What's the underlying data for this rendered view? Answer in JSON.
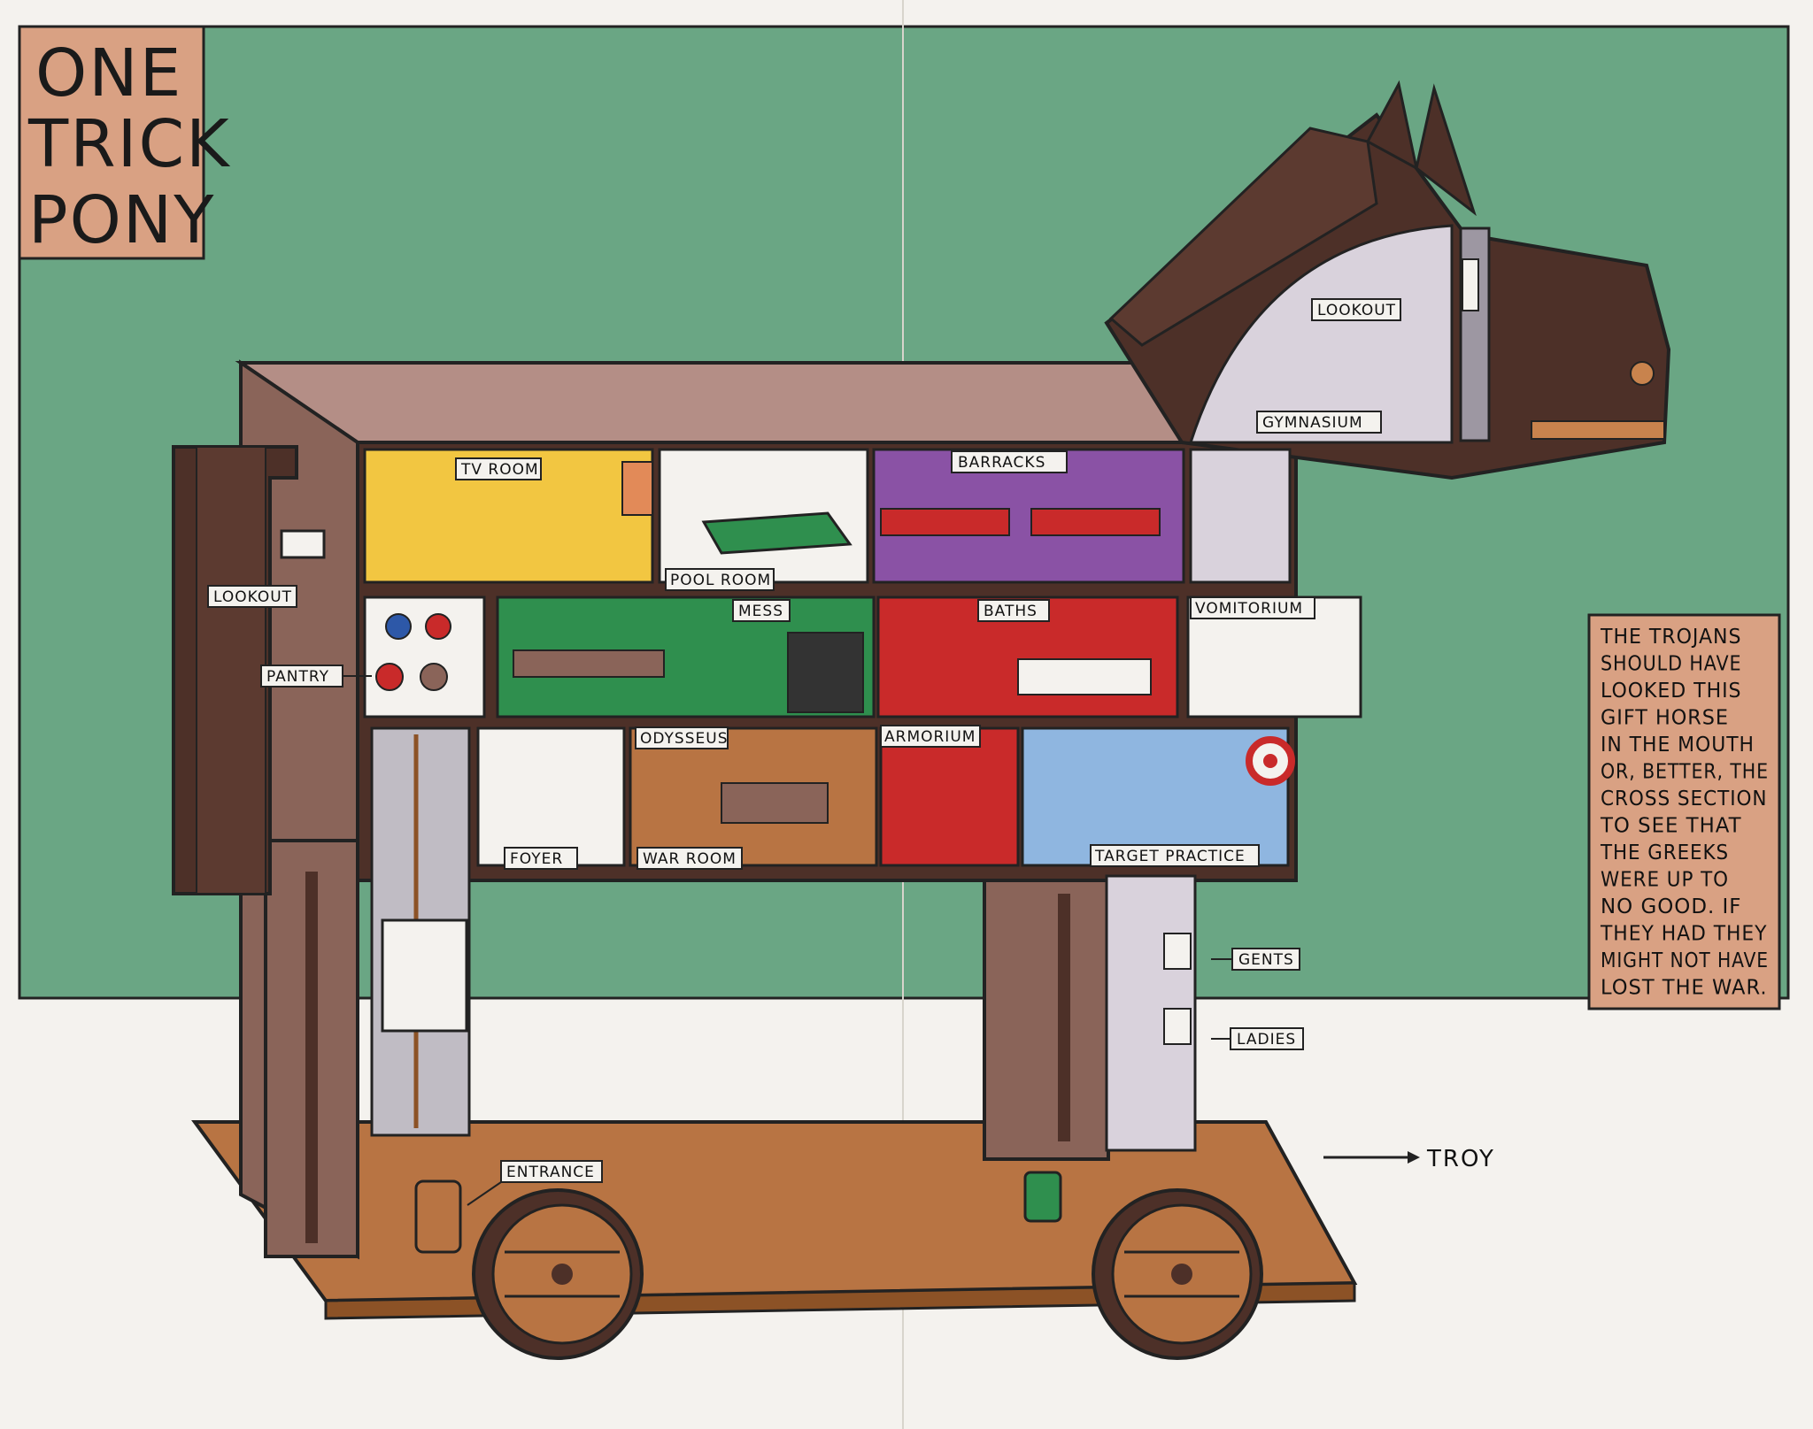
{
  "title_lines": [
    "ONE",
    "TRICK",
    "PONY"
  ],
  "rooms": {
    "tv_room": "TV ROOM",
    "pool_room": "POOL ROOM",
    "barracks": "BARRACKS",
    "gymnasium": "GYMNASIUM",
    "lookout_head": "LOOKOUT",
    "mess": "MESS",
    "baths": "BATHS",
    "vomitorium": "VOMITORIUM",
    "pantry": "PANTRY",
    "lookout_side": "LOOKOUT",
    "foyer": "FOYER",
    "odysseus": "ODYSSEUS",
    "war_room": "WAR ROOM",
    "armorium": "ARMORIUM",
    "target_practice": "TARGET PRACTICE",
    "gents": "GENTS",
    "ladies": "LADIES",
    "entrance": "ENTRANCE"
  },
  "direction_label": "TROY",
  "caption_lines": [
    "THE TROJANS",
    "SHOULD HAVE",
    "LOOKED THIS",
    "GIFT HORSE",
    "IN THE MOUTH",
    "OR, BETTER, THE",
    "CROSS SECTION",
    "TO SEE THAT",
    "THE GREEKS",
    "WERE UP TO",
    "NO GOOD. IF",
    "THEY HAD THEY",
    "MIGHT NOT HAVE",
    "LOST THE WAR."
  ],
  "colors": {
    "sky": "#6aa684",
    "ground": "#f4f2ee",
    "title_box": "#d9a183",
    "horse_side": "#8a6459",
    "horse_top": "#b48e86",
    "horse_dark": "#4d3028",
    "platform": "#b87443",
    "caption_box": "#d9a183",
    "soldier_tunic": "#d3282c",
    "helmet": "#e6c02a"
  }
}
